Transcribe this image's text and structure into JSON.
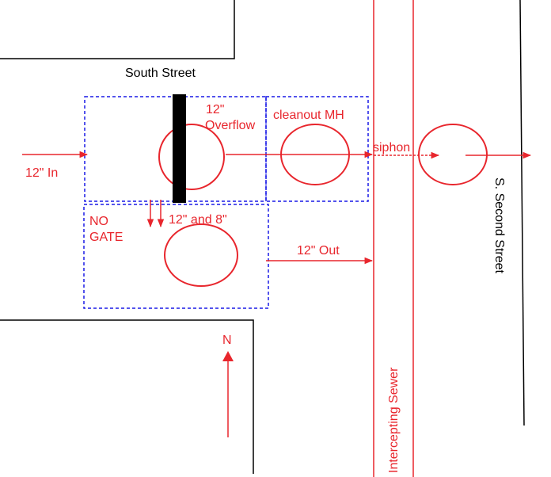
{
  "labels": {
    "south_street": "South Street",
    "overflow_line1": "12\"",
    "overflow_line2": "Overflow",
    "cleanout_mh": "cleanout MH",
    "siphon": "siphon",
    "inflow": "12\" In",
    "no_gate_line1": "NO",
    "no_gate_line2": "GATE",
    "twelve_and_eight": "12\" and 8\"",
    "outflow": "12\" Out",
    "north": "N",
    "intercepting_sewer": "Intercepting Sewer",
    "second_street": "S. Second Street"
  },
  "colors": {
    "pipe_red": "#e8262d",
    "boundary_blue": "#1a1ae6",
    "street_black": "#000000"
  }
}
